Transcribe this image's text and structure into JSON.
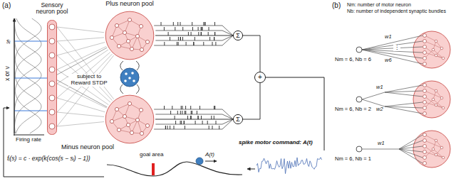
{
  "diagram": {
    "nodes": [
      {
        "text": [
          "Sensory neuron pool"
        ]
      },
      {
        "text": [
          "Plus neuron pool"
        ]
      },
      {
        "text": [
          "Minus neuron pool"
        ]
      },
      {
        "text": [
          "Σ"
        ]
      },
      {
        "text": [
          "Σ"
        ]
      },
      {
        "text": [
          "+"
        ]
      }
    ],
    "edges": [
      {
        "from": 0,
        "to": 1,
        "arrow": "none"
      },
      {
        "from": 0,
        "to": 2,
        "arrow": "none"
      },
      {
        "from": 1,
        "to": 3,
        "arrow": "none"
      },
      {
        "from": 2,
        "to": 4,
        "arrow": "none"
      },
      {
        "from": 3,
        "to": 5,
        "arrow": "none"
      },
      {
        "from": 4,
        "to": 5,
        "arrow": "none"
      }
    ],
    "labels": [
      "(a)",
      "x or v",
      "sᵢ",
      "Firing rate",
      "fᵢ(s) = c · exp(k(cos(s − sᵢ) − 1))",
      "subject to Reward STDP",
      "spike motor command: A(t)",
      "goal area",
      "A(t)",
      "(b)",
      "Nm: number of motor neuron",
      "Nb: number of independent synaptic bundles",
      "Nm = 6, Nb = 6",
      "w1",
      "⋮",
      "w6",
      "Nm = 6, Nb = 2",
      "w1",
      "w2",
      "Nm = 6, Nb = 1",
      "w1"
    ]
  }
}
